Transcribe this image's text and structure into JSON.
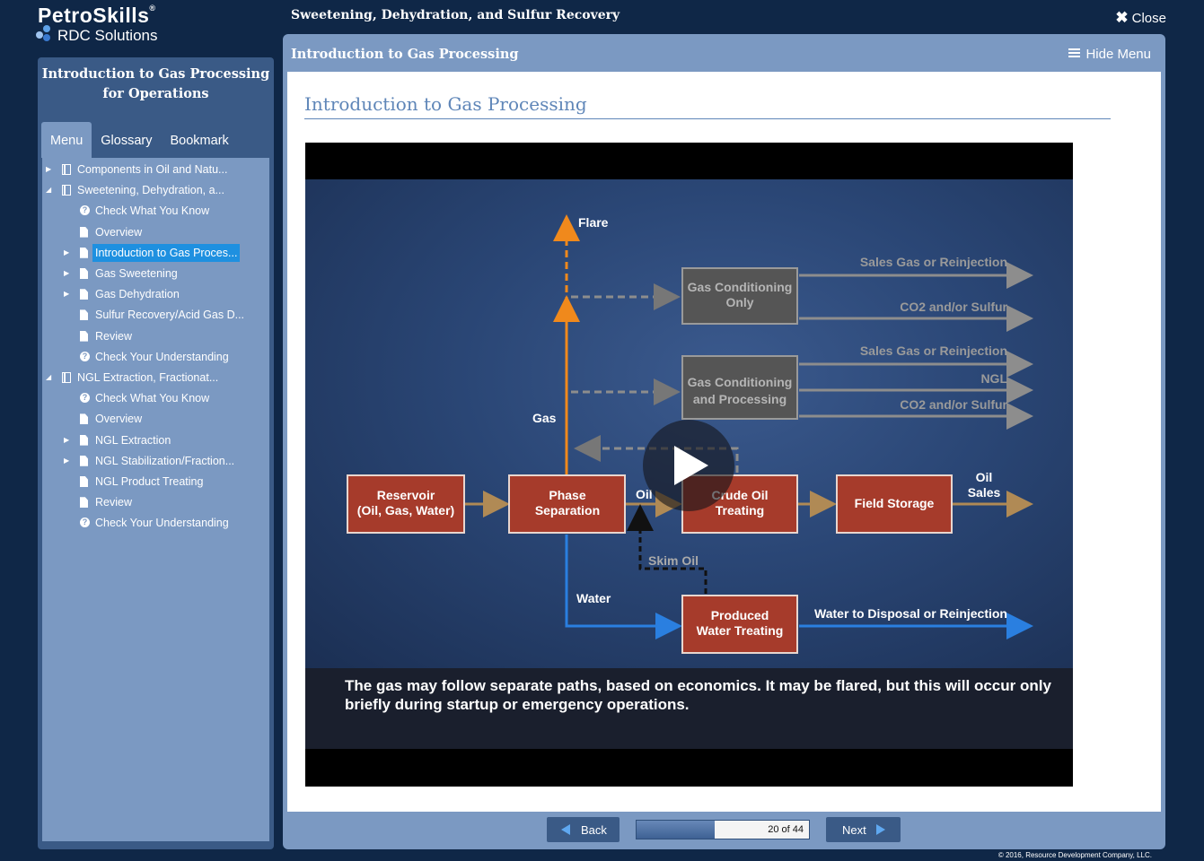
{
  "brand": {
    "name": "PetroSkills",
    "registered": "®",
    "sub": "RDC Solutions"
  },
  "course_title": "Sweetening, Dehydration, and Sulfur Recovery",
  "close_label": "Close",
  "sidebar": {
    "title": "Introduction to Gas Processing for Operations",
    "tabs": [
      "Menu",
      "Glossary",
      "Bookmark"
    ],
    "tree": [
      {
        "label": "Components in Oil and Natu...",
        "icon": "book",
        "arrow": "collapsed",
        "level": 0
      },
      {
        "label": "Sweetening, Dehydration, a...",
        "icon": "book",
        "arrow": "expanded",
        "level": 0
      },
      {
        "label": "Check What You Know",
        "icon": "question",
        "arrow": "",
        "level": 1
      },
      {
        "label": "Overview",
        "icon": "doc",
        "arrow": "",
        "level": 1
      },
      {
        "label": "Introduction to Gas Proces...",
        "icon": "doc",
        "arrow": "collapsed",
        "level": 1,
        "selected": true
      },
      {
        "label": "Gas Sweetening",
        "icon": "doc",
        "arrow": "collapsed",
        "level": 1
      },
      {
        "label": "Gas Dehydration",
        "icon": "doc",
        "arrow": "collapsed",
        "level": 1
      },
      {
        "label": "Sulfur Recovery/Acid Gas D...",
        "icon": "doc",
        "arrow": "",
        "level": 1
      },
      {
        "label": "Review",
        "icon": "doc",
        "arrow": "",
        "level": 1
      },
      {
        "label": "Check Your Understanding",
        "icon": "question",
        "arrow": "",
        "level": 1
      },
      {
        "label": "NGL Extraction, Fractionat...",
        "icon": "book",
        "arrow": "expanded",
        "level": 0
      },
      {
        "label": "Check What You Know",
        "icon": "question",
        "arrow": "",
        "level": 1
      },
      {
        "label": "Overview",
        "icon": "doc",
        "arrow": "",
        "level": 1
      },
      {
        "label": "NGL Extraction",
        "icon": "doc",
        "arrow": "collapsed",
        "level": 1
      },
      {
        "label": "NGL Stabilization/Fraction...",
        "icon": "doc",
        "arrow": "collapsed",
        "level": 1
      },
      {
        "label": "NGL Product Treating",
        "icon": "doc",
        "arrow": "",
        "level": 1
      },
      {
        "label": "Review",
        "icon": "doc",
        "arrow": "",
        "level": 1
      },
      {
        "label": "Check Your Understanding",
        "icon": "question",
        "arrow": "",
        "level": 1
      }
    ]
  },
  "main": {
    "header": "Introduction to Gas Processing",
    "hide_menu_label": "Hide Menu",
    "content_title": "Introduction to Gas Processing"
  },
  "diagram": {
    "flare": "Flare",
    "gas": "Gas",
    "oil": "Oil",
    "water": "Water",
    "skim_oil": "Skim Oil",
    "oil_sales": [
      "Oil",
      "Sales"
    ],
    "boxes": {
      "reservoir": [
        "Reservoir",
        "(Oil, Gas, Water)"
      ],
      "phase_separation": [
        "Phase",
        "Separation"
      ],
      "crude_oil_treating": [
        "Crude Oil",
        "Treating"
      ],
      "field_storage": [
        "Field Storage"
      ],
      "produced_water_treating": [
        "Produced",
        "Water Treating"
      ],
      "gas_conditioning_only": [
        "Gas Conditioning",
        "Only"
      ],
      "gas_conditioning_processing": [
        "Gas Conditioning",
        "and Processing"
      ]
    },
    "outputs": {
      "sales_gas_1": "Sales Gas or Reinjection",
      "co2_1": "CO2 and/or Sulfur",
      "sales_gas_2": "Sales Gas or Reinjection",
      "ngl": "NGL",
      "co2_2": "CO2 and/or Sulfur",
      "water_disposal": "Water to Disposal or Reinjection"
    }
  },
  "caption": "The gas may follow separate paths, based on economics.  It may be flared, but this will occur only briefly during startup or emergency operations.",
  "nav": {
    "back_label": "Back",
    "next_label": "Next",
    "current": 20,
    "total": 44,
    "progress_text": "20 of 44"
  },
  "copyright": "© 2016, Resource Development Company, LLC.",
  "colors": {
    "background": "#0f2747",
    "panel": "#7b99c2",
    "sidebar": "#3a5a86",
    "accent": "#1e90e0",
    "box_red": "#a63b2b",
    "flare_orange": "#f0891c",
    "water_blue": "#2a7fe0"
  }
}
